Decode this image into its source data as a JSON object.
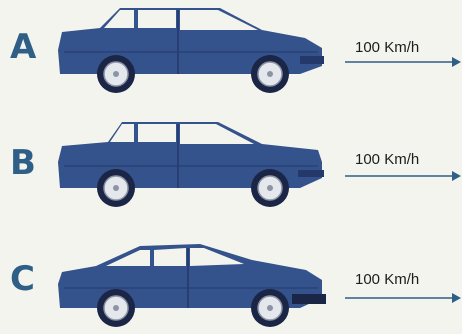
{
  "rows": [
    {
      "letter": "A",
      "speed": "100 Km/h",
      "car": "sedan-car"
    },
    {
      "letter": "B",
      "speed": "100 Km/h",
      "car": "boxy-sedan-car"
    },
    {
      "letter": "C",
      "speed": "100 Km/h",
      "car": "sleek-sedan-car"
    }
  ],
  "colors": {
    "car_body": "#34528c",
    "car_shadow": "#24386a",
    "letter": "#2f5f86",
    "arrow": "#2f5f86",
    "background": "#f4f4ee"
  }
}
